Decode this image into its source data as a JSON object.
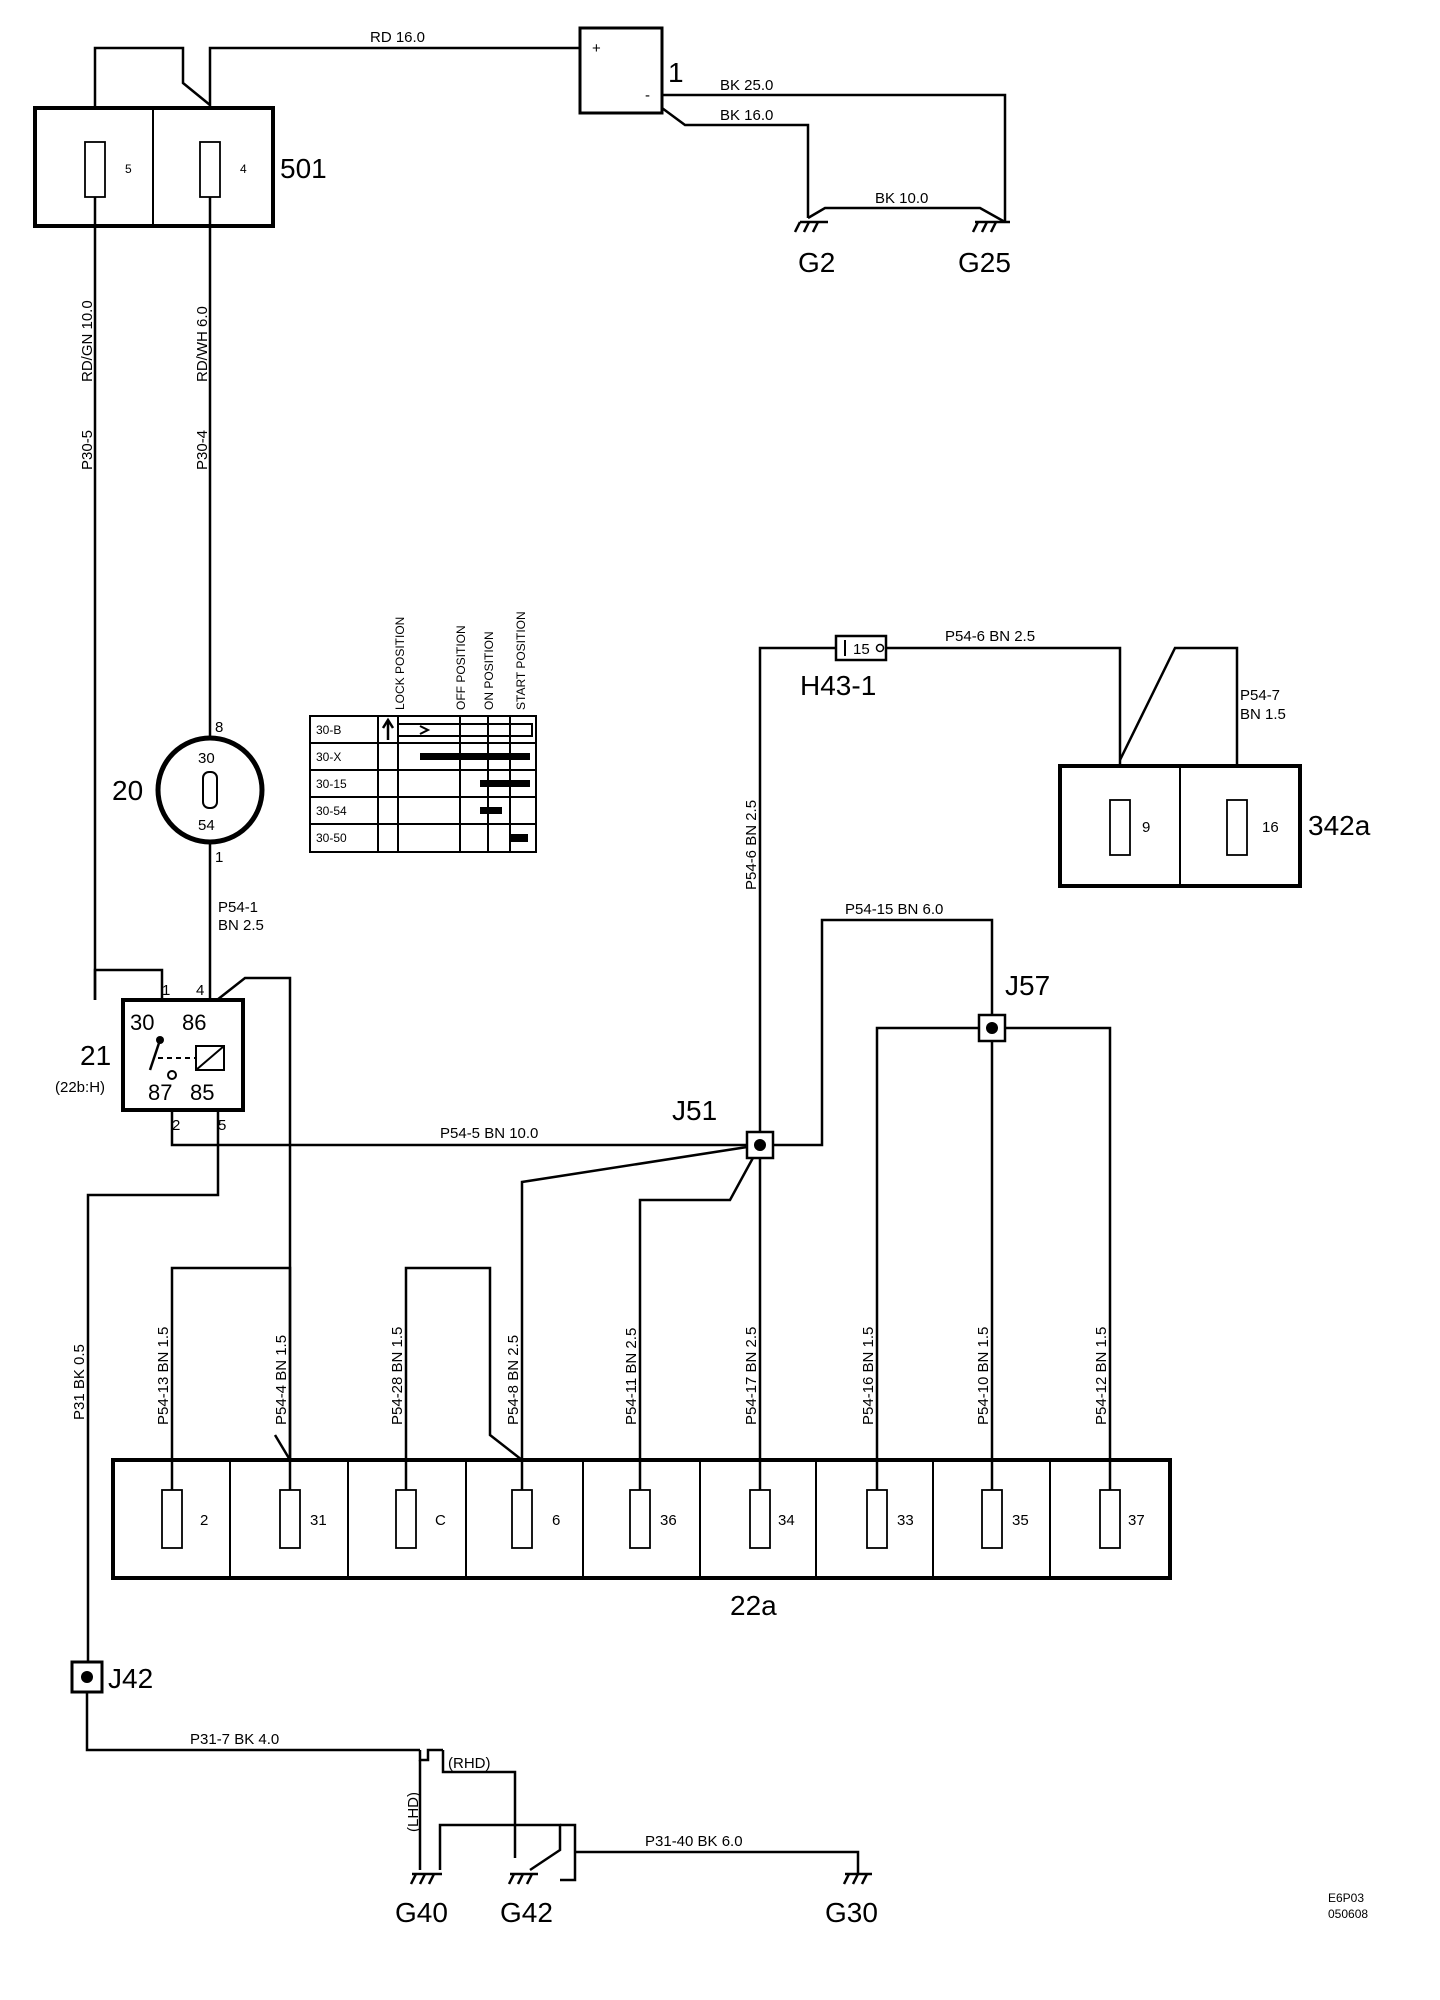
{
  "battery": {
    "id": "1",
    "plus": "+",
    "minus": "-"
  },
  "fusebox_501": {
    "id": "501",
    "fuse_left": "5",
    "fuse_right": "4"
  },
  "ignition_switch": {
    "id": "20",
    "term_top": "30",
    "term_bottom": "54",
    "pin_top": "8",
    "pin_bottom": "1"
  },
  "relay": {
    "id": "21",
    "sub": "(22b:H)",
    "t30": "30",
    "t86": "86",
    "t87": "87",
    "t85": "85",
    "p1": "1",
    "p4": "4",
    "p2": "2",
    "p5": "5"
  },
  "connector_h43": {
    "id": "H43-1",
    "pin": "15"
  },
  "fusebox_342a": {
    "id": "342a",
    "fuse_left": "9",
    "fuse_right": "16"
  },
  "fusebox_22a": {
    "id": "22a",
    "fuses": [
      "2",
      "31",
      "C",
      "6",
      "36",
      "34",
      "33",
      "35",
      "37"
    ]
  },
  "splices": {
    "j51": "J51",
    "j57": "J57",
    "j42": "J42"
  },
  "grounds": {
    "g2": "G2",
    "g25": "G25",
    "g40": "G40",
    "g42": "G42",
    "g30": "G30"
  },
  "wires": {
    "rd16": "RD  16.0",
    "bk25": "BK  25.0",
    "bk16": "BK  16.0",
    "bk10": "BK  10.0",
    "p30_5_color": "RD/GN  10.0",
    "p30_5_id": "P30-5",
    "p30_4_color": "RD/WH  6.0",
    "p30_4_id": "P30-4",
    "p54_1_id": "P54-1",
    "p54_1_color": "BN   2.5",
    "p54_6_top": "P54-6  BN   2.5",
    "p54_7_id": "P54-7",
    "p54_7_color": "BN 1.5",
    "p54_6_vert": "P54-6  BN  2.5",
    "p54_15": "P54-15  BN 6.0",
    "p54_5": "P54-5   BN   10.0",
    "p31": "P31  BK  0.5",
    "p54_13": "P54-13  BN   1.5",
    "p54_4": "P54-4  BN  1.5",
    "p54_28": "P54-28  BN  1.5",
    "p54_8": "P54-8  BN   2.5",
    "p54_11": "P54-11  BN   2.5",
    "p54_17": "P54-17  BN   2.5",
    "p54_16": "P54-16  BN   1.5",
    "p54_10": "P54-10  BN   1.5",
    "p54_12": "P54-12  BN   1.5",
    "p31_7": "P31-7   BK   4.0",
    "p31_40": "P31-40   BK   6.0",
    "lhd": "(LHD)",
    "rhd": "(RHD)"
  },
  "switch_table": {
    "positions": [
      "LOCK POSITION",
      "OFF POSITION",
      "ON POSITION",
      "START POSITION"
    ],
    "rows": [
      "30-B",
      "30-X",
      "30-15",
      "30-54",
      "30-50"
    ]
  },
  "doc_code": {
    "line1": "E6P03",
    "line2": "050608"
  }
}
